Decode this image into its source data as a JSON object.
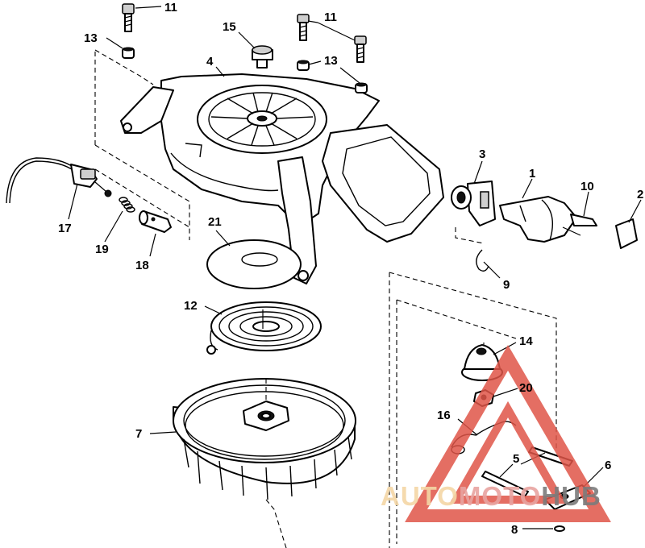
{
  "callouts": [
    "11",
    "13",
    "15",
    "11",
    "13",
    "4",
    "3",
    "1",
    "10",
    "2",
    "17",
    "19",
    "18",
    "21",
    "9",
    "12",
    "14",
    "20",
    "7",
    "16",
    "5",
    "6",
    "8"
  ],
  "watermark": {
    "part1": "AUTO",
    "part2": "MOTO",
    "part3": "HUB",
    "color_part1": "#f4d7a6",
    "color_part2": "#e8a4a0",
    "color_part3": "#7c7c7c",
    "triangle_color": "#e05548"
  }
}
